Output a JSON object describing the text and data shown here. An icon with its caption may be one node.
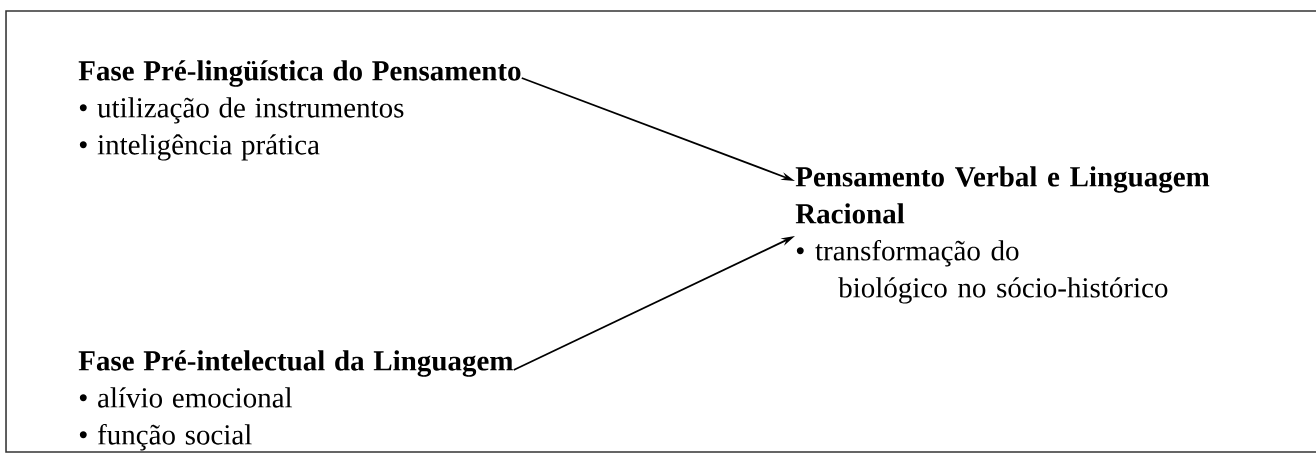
{
  "diagram": {
    "nodes": [
      {
        "text": [
          "Fase Pré-lingüística do Pensamento",
          "• utilização de instrumentos",
          "• inteligência prática"
        ]
      },
      {
        "text": [
          "Fase Pré-intelectual da Linguagem",
          "• alívio emocional",
          "• função social"
        ]
      },
      {
        "text": [
          "Pensamento Verbal e Linguagem Racional",
          "• transformação do biológico no sócio-histórico"
        ]
      }
    ],
    "edges": [
      {
        "from": 0,
        "to": 2,
        "arrow": "to"
      },
      {
        "from": 1,
        "to": 2,
        "arrow": "to"
      }
    ]
  }
}
